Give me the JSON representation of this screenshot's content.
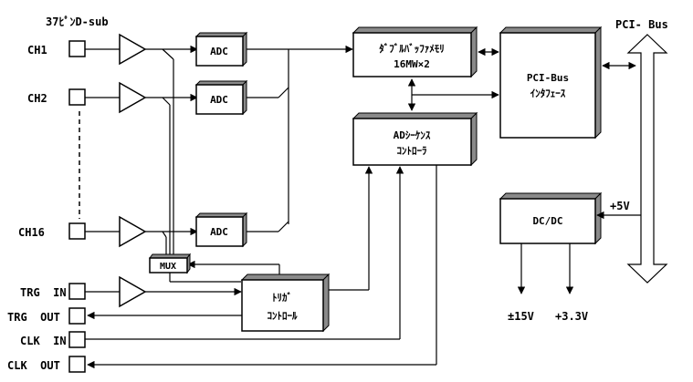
{
  "connector_label": "37ﾋﾟﾝD-sub",
  "bus_label": "PCI- Bus",
  "inputs": {
    "ch1": "CH1",
    "ch2": "CH2",
    "ch16": "CH16",
    "trg_in": "TRG  IN",
    "trg_out": "TRG  OUT",
    "clk_in": "CLK  IN",
    "clk_out": "CLK  OUT"
  },
  "blocks": {
    "adc": "ADC",
    "mux": "MUX",
    "memory_line1": "ﾀﾞﾌﾞﾙﾊﾞｯﾌｧﾒﾓﾘ",
    "memory_line2": "16MW×2",
    "sequence_line1": "ADｼｰｹﾝｽ",
    "sequence_line2": "ｺﾝﾄﾛｰﾗ",
    "pcibus_line1": "PCI-Bus",
    "pcibus_line2": "ｲﾝﾀﾌｪｰｽ",
    "trigger_line1": "ﾄﾘｶﾞ",
    "trigger_line2": "ｺﾝﾄﾛｰﾙ",
    "dcdc": "DC/DC"
  },
  "power": {
    "plus5v": "+5V",
    "pm15v": "±15V",
    "plus3v3": "+3.3V"
  }
}
